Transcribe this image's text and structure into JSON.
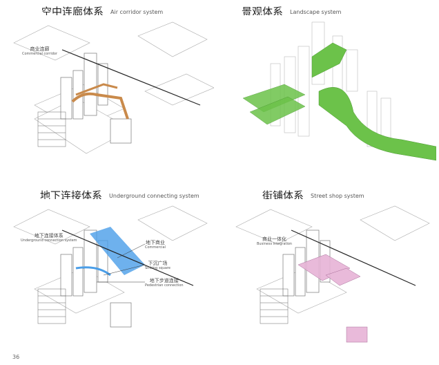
{
  "panels": {
    "air": {
      "title_cn": "空中连廊体系",
      "title_en": "Air corridor system",
      "labels": [
        {
          "cn": "商业连廊",
          "en": "Commercial corridor"
        }
      ]
    },
    "landscape": {
      "title_cn": "景观体系",
      "title_en": "Landscape system"
    },
    "underground": {
      "title_cn": "地下连接体系",
      "title_en": "Underground connecting system",
      "labels": [
        {
          "cn": "地下连接体系",
          "en": "Underground connection system"
        },
        {
          "cn": "地下商业",
          "en": "Commercial"
        },
        {
          "cn": "下沉广场",
          "en": "Sinking square"
        },
        {
          "cn": "地下步道连接",
          "en": "Pedestrian connection"
        }
      ]
    },
    "street": {
      "title_cn": "街铺体系",
      "title_en": "Street shop system",
      "labels": [
        {
          "cn": "商业一体化",
          "en": "Business integration"
        }
      ]
    }
  },
  "page_number": "36",
  "colors": {
    "corridor": "#c98a4b",
    "landscape": "#6cc24a",
    "underground": "#4a9ee8",
    "street": "#e7b3d6",
    "line": "#999999"
  }
}
